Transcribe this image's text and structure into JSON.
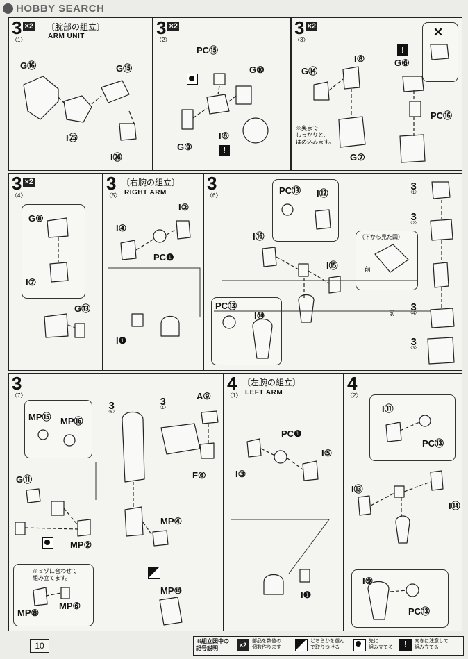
{
  "watermark": {
    "text": "HOBBY SEARCH"
  },
  "page_number": "10",
  "panels": [
    {
      "step": "3",
      "sub": "〈1〉",
      "mult": "×2",
      "title_jp": "〔腕部の組立〕",
      "title_en": "ARM UNIT",
      "labels": [
        "G⑯",
        "G⑮",
        "I㉕",
        "I㉖"
      ]
    },
    {
      "step": "3",
      "sub": "〈2〉",
      "mult": "×2",
      "labels": [
        "PC⑮",
        "G⑩",
        "I⑥",
        "G⑨"
      ]
    },
    {
      "step": "3",
      "sub": "〈3〉",
      "mult": "×2",
      "labels": [
        "I⑧",
        "G⑭",
        "G⑥",
        "PC⑯",
        "G⑦"
      ],
      "note": "※奥まで\nしっかりと、\nはめ込みます。"
    },
    {
      "step": "3",
      "sub": "〈4〉",
      "mult": "×2",
      "labels": [
        "G⑧",
        "I⑦",
        "G⑬"
      ]
    },
    {
      "step": "3",
      "sub": "〈5〉",
      "title_jp": "〔右腕の組立〕",
      "title_en": "RIGHT ARM",
      "labels": [
        "I②",
        "I④",
        "PC❶",
        "I❶"
      ]
    },
    {
      "step": "3",
      "sub": "〈6〉",
      "labels": [
        "PC⑬",
        "I⑫",
        "I⑯",
        "I⑮",
        "PC⑬",
        "I⑩"
      ],
      "note": "（下から見た図）",
      "front": "前"
    },
    {
      "step": "3",
      "sub": "〈7〉",
      "labels": [
        "MP⑮",
        "MP⑯",
        "G⑪",
        "MP②",
        "MP⑧",
        "MP⑥",
        "A⑨",
        "F⑥",
        "MP④",
        "MP⑩"
      ],
      "note": "※ミゾに合わせて\n組み立てます。"
    },
    {
      "step": "4",
      "sub": "〈1〉",
      "title_jp": "〔左腕の組立〕",
      "title_en": "LEFT ARM",
      "labels": [
        "PC❶",
        "I⑤",
        "I③",
        "I❶"
      ]
    },
    {
      "step": "4",
      "sub": "〈2〉",
      "labels": [
        "I⑪",
        "PC⑬",
        "I⑬",
        "I⑭",
        "I⑨",
        "PC⑬"
      ]
    }
  ],
  "legend": {
    "head": "※組立図中の\n記号説明",
    "x2": "部品を数値の\n個数作ります",
    "diag": "どちらかを選ん\nで取りつける",
    "dot": "先に\n組み立てる",
    "warn": "向きに注意して\n組み立てる"
  }
}
